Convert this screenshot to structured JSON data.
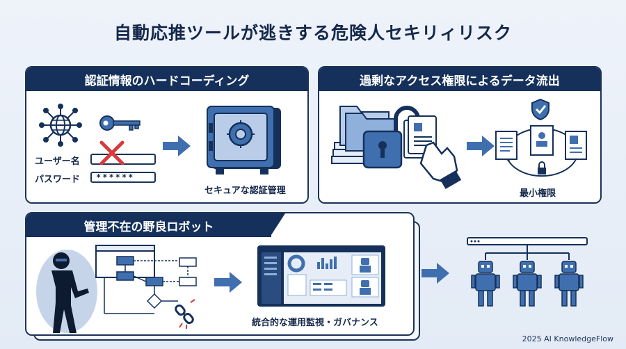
{
  "title": "自動応推ツールが逃きする危険人セキリィリスク",
  "panels": {
    "hardcoding": {
      "header": "認証情報のハードコーディング",
      "username_label": "ユーザー名",
      "password_label": "パスワード",
      "password_value": "******",
      "caption": "セキュアな認証管理"
    },
    "excess_access": {
      "header": "過剰なアクセス権限によるデータ流出",
      "caption": "最小権限"
    },
    "rogue_bots": {
      "header": "管理不在の野良ロボット",
      "caption": "統合的な運用監視・ガバナンス"
    }
  },
  "footer": "2025 AI KnowledgeFlow",
  "colors": {
    "navy": "#15305a",
    "steel_blue": "#3f6fae",
    "light_blue": "#b9cde8",
    "alert_red": "#d93a3a",
    "background": "#eaf0f8"
  }
}
